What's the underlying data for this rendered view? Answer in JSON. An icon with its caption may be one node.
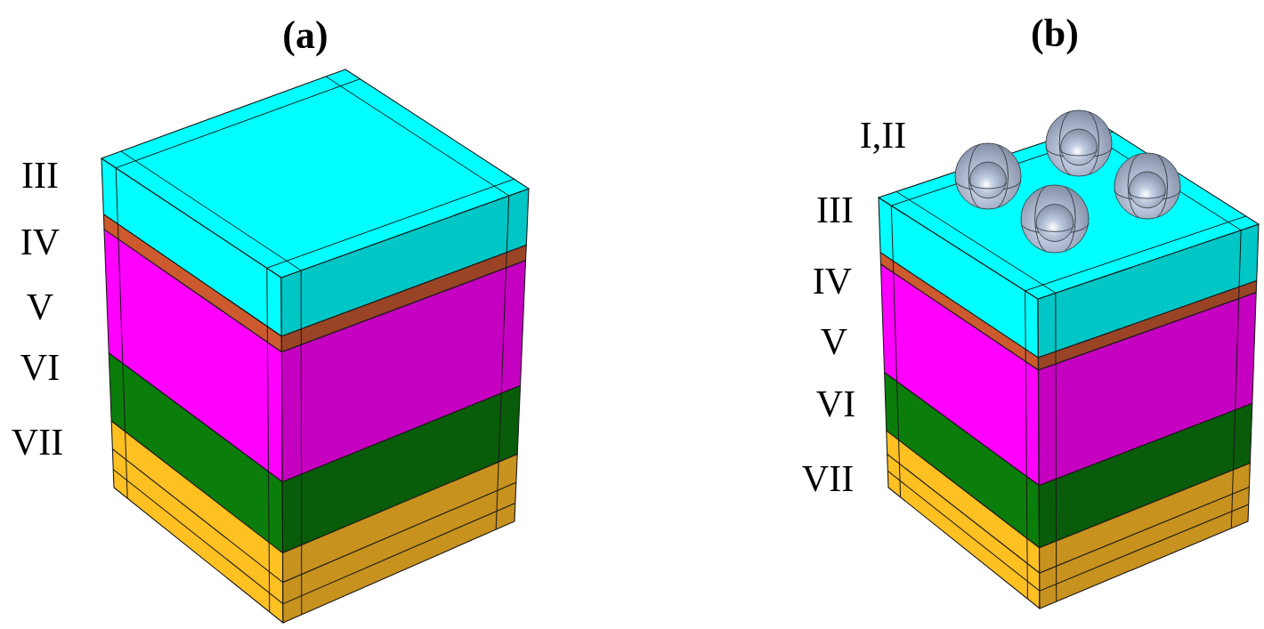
{
  "diagram": {
    "labels": [
      "(a)",
      "III",
      "IV",
      "V",
      "VI",
      "VII",
      "(b)",
      "I,II",
      "III",
      "IV",
      "V",
      "VI",
      "VII"
    ]
  }
}
